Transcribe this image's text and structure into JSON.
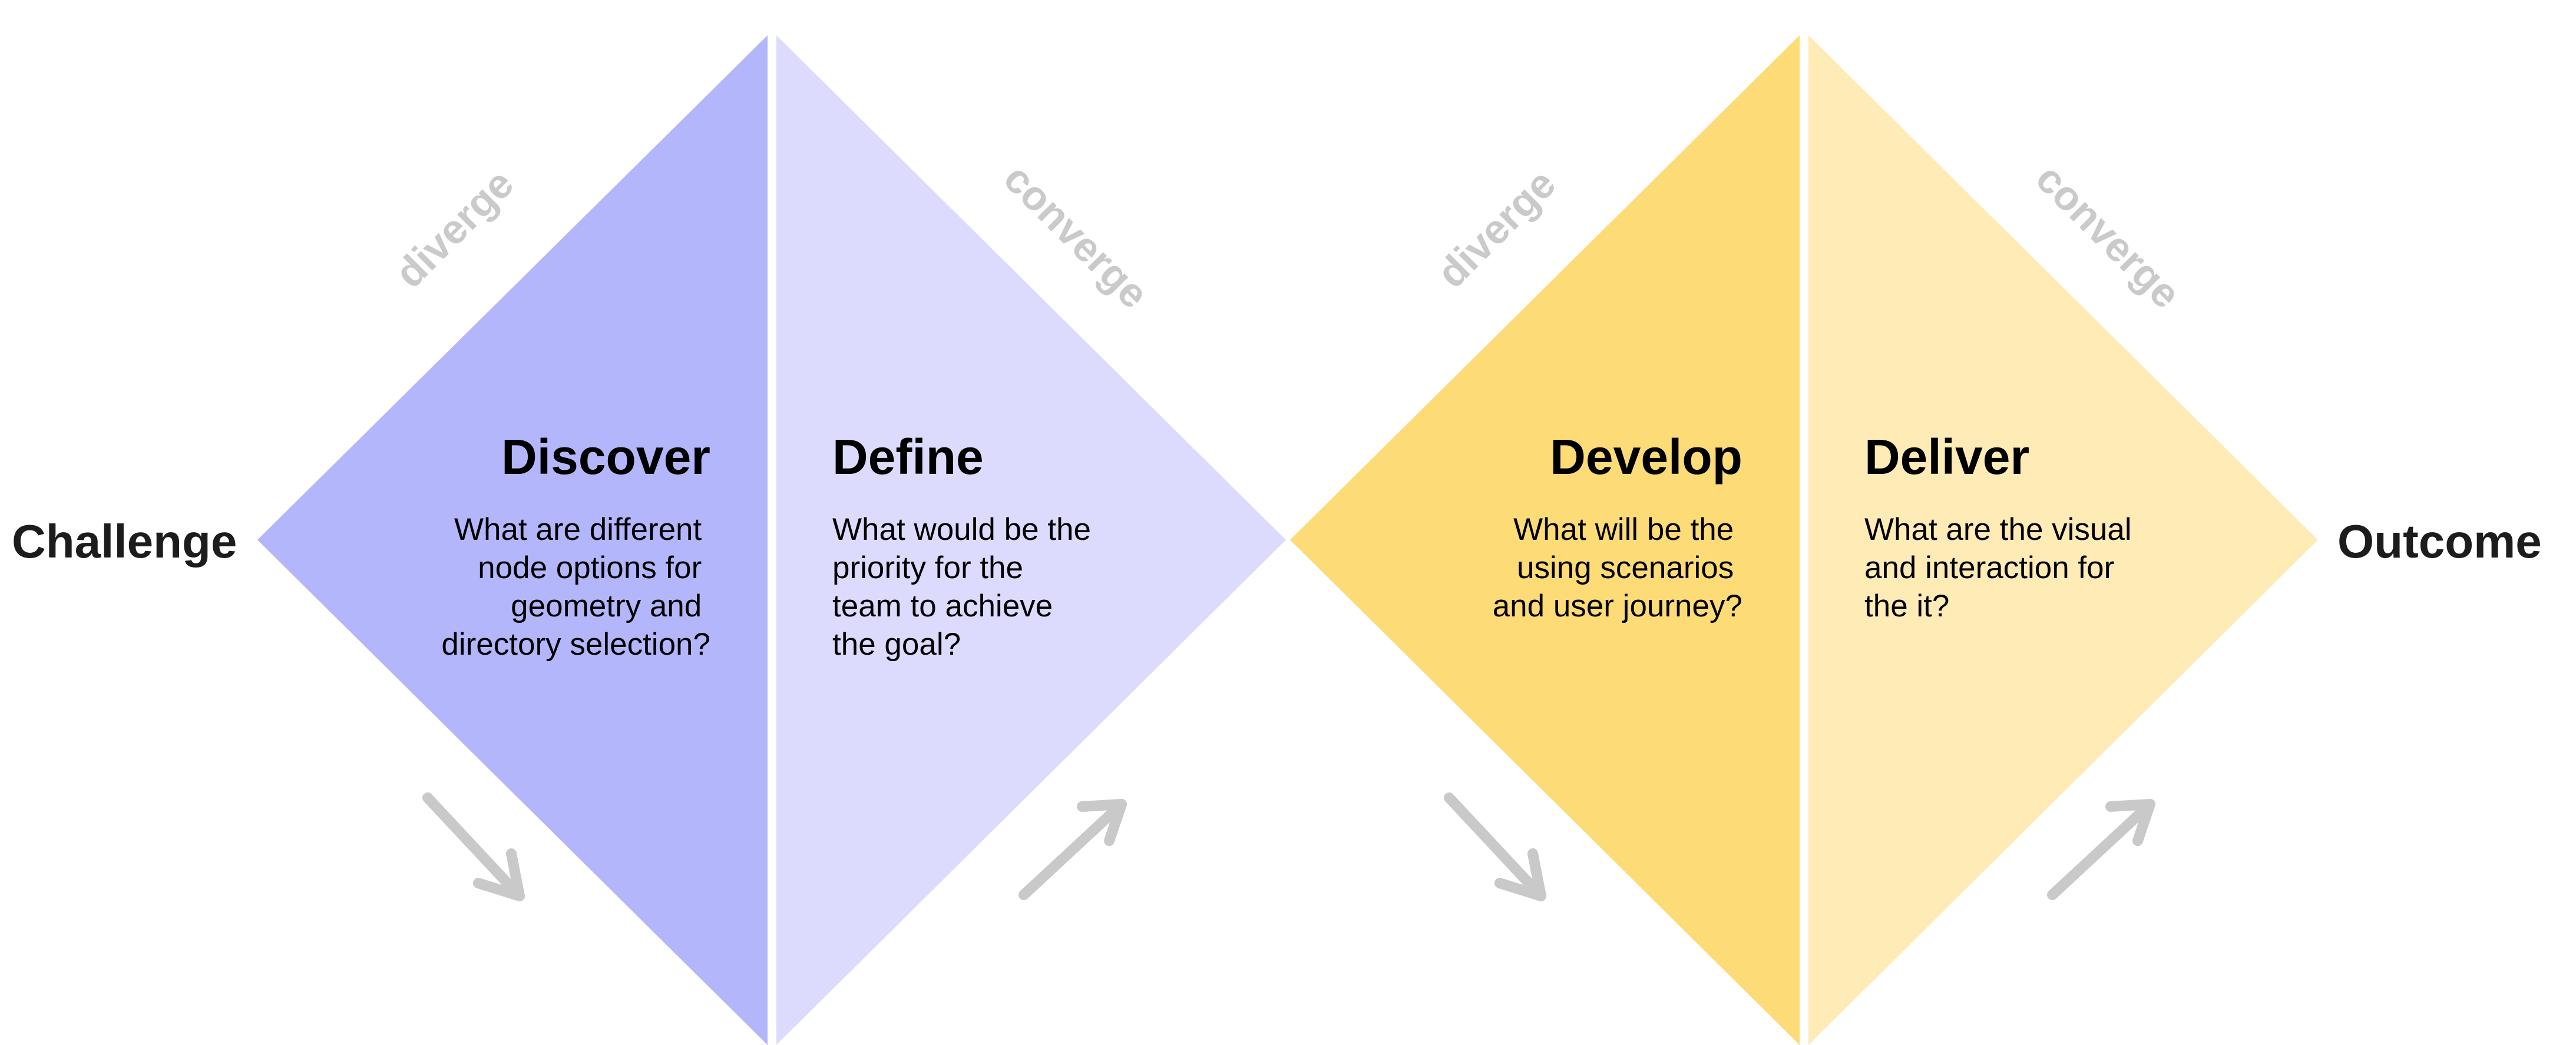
{
  "endpoints": {
    "start": "Challenge",
    "end": "Outcome"
  },
  "modes": {
    "diverge": "diverge",
    "converge": "converge"
  },
  "colors": {
    "discover": "#b4b6fb",
    "define": "#dcdbfd",
    "develop": "#fddb77",
    "deliver": "#feebb5",
    "mode_text": "#cacaca",
    "arrow": "#c9c9c9"
  },
  "phases": [
    {
      "title": "Discover",
      "question": [
        "What are different",
        "node options for",
        "geometry and",
        "directory selection?"
      ]
    },
    {
      "title": "Define",
      "question": [
        "What would be the",
        "priority for the",
        "team to achieve",
        "the goal?"
      ]
    },
    {
      "title": "Develop",
      "question": [
        "What will be the",
        "using scenarios",
        "and user journey?"
      ]
    },
    {
      "title": "Deliver",
      "question": [
        "What are the visual",
        "and interaction for",
        "the it?"
      ]
    }
  ]
}
